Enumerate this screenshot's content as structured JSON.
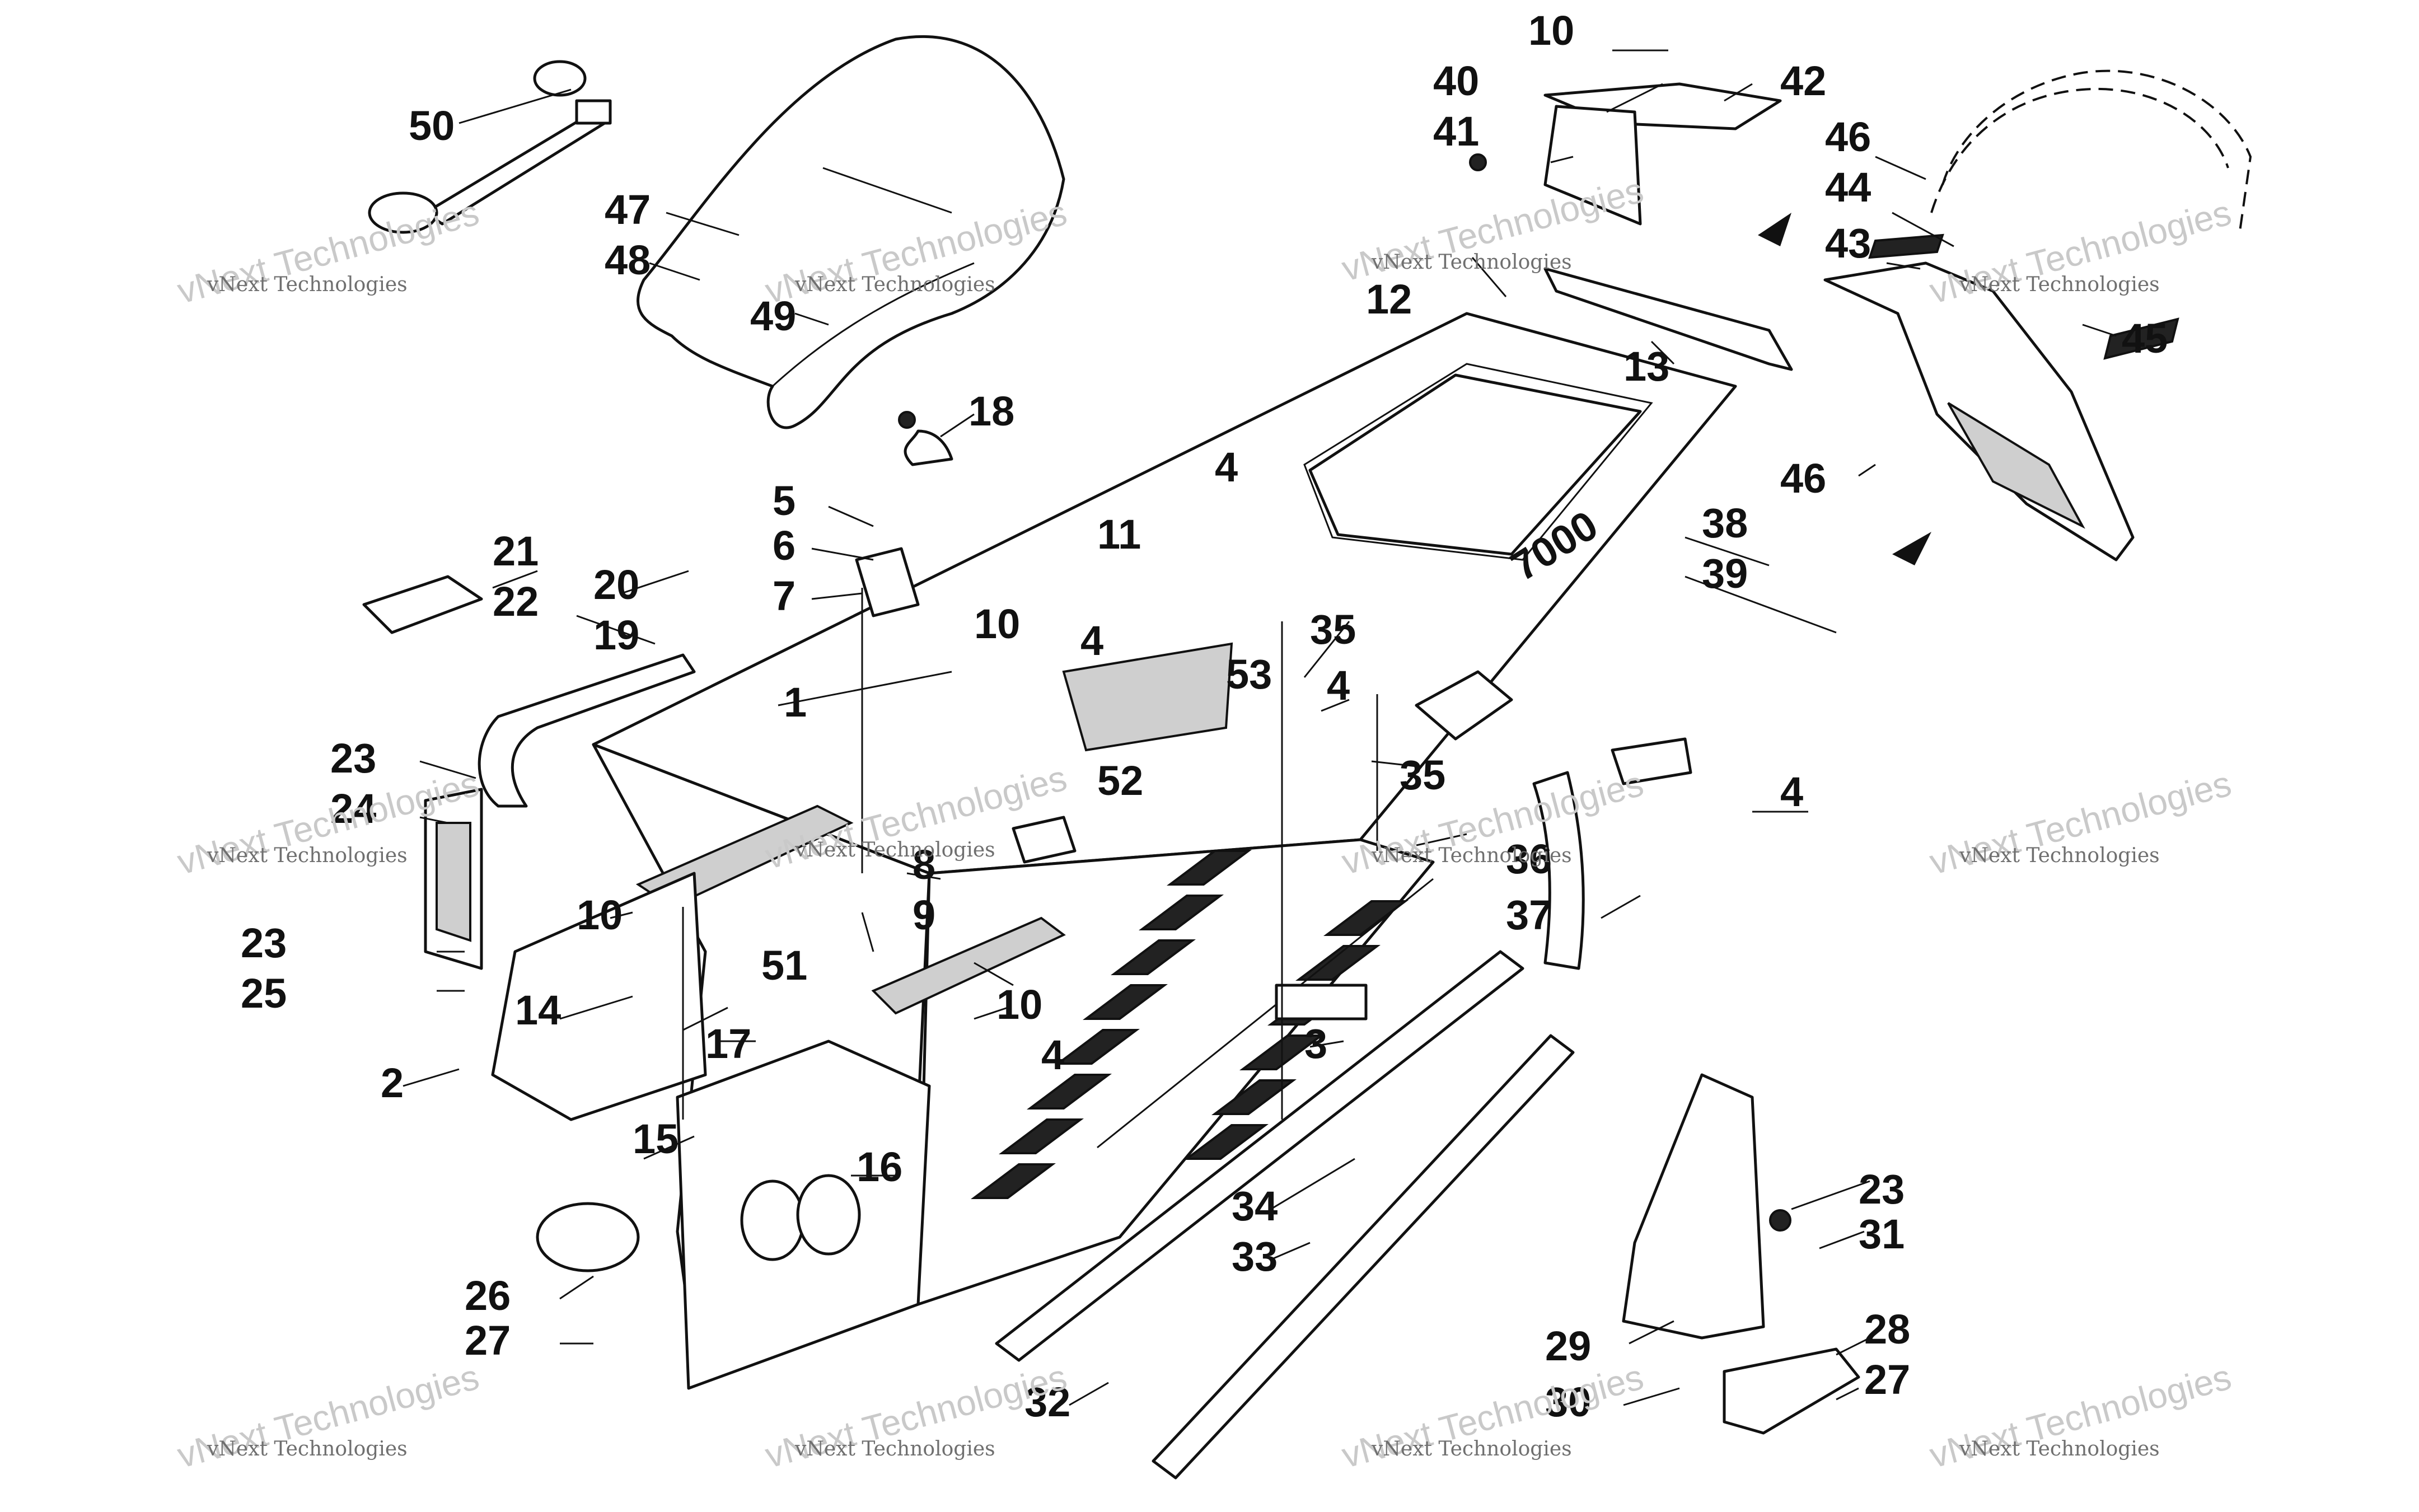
{
  "diagram": {
    "part_numbers": [
      "1",
      "2",
      "3",
      "4",
      "5",
      "6",
      "7",
      "8",
      "9",
      "10",
      "11",
      "12",
      "13",
      "14",
      "15",
      "16",
      "17",
      "18",
      "19",
      "20",
      "21",
      "22",
      "23",
      "24",
      "25",
      "26",
      "27",
      "28",
      "29",
      "30",
      "31",
      "32",
      "33",
      "34",
      "35",
      "36",
      "37",
      "38",
      "39",
      "40",
      "41",
      "42",
      "43",
      "44",
      "45",
      "46",
      "47",
      "48",
      "49",
      "50",
      "51",
      "52",
      "53"
    ],
    "decal_text": "7000",
    "watermark": {
      "line1": "vNext Technologies",
      "line2": "vNext Technologies"
    }
  }
}
